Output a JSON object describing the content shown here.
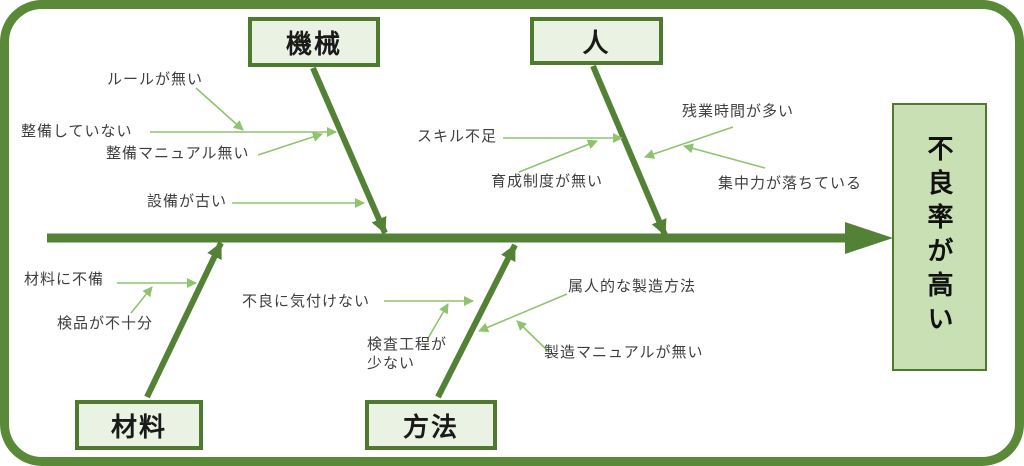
{
  "diagram": {
    "type": "fishbone-ishikawa",
    "effect_label": "不良率が高い",
    "categories": {
      "machine": {
        "label": "機械"
      },
      "people": {
        "label": "人"
      },
      "materials": {
        "label": "材料"
      },
      "method": {
        "label": "方法"
      }
    },
    "causes": {
      "machine": {
        "no_rules": {
          "label": "ルールが無い"
        },
        "not_maintained": {
          "label": "整備していない"
        },
        "no_maintenance_manual": {
          "label": "整備マニュアル無い"
        },
        "old_equipment": {
          "label": "設備が古い"
        }
      },
      "people": {
        "skill_shortage": {
          "label": "スキル不足"
        },
        "no_training_system": {
          "label": "育成制度が無い"
        },
        "much_overtime": {
          "label": "残業時間が多い"
        },
        "low_concentration": {
          "label": "集中力が落ちている"
        }
      },
      "materials": {
        "material_defects": {
          "label": "材料に不備"
        },
        "insufficient_inspection": {
          "label": "検品が不十分"
        }
      },
      "method": {
        "cannot_notice_defects": {
          "label": "不良に気付けない"
        },
        "few_inspection_steps": {
          "label": "検査工程が\n少ない"
        },
        "person_dependent_method": {
          "label": "属人的な製造方法"
        },
        "no_manufacturing_manual": {
          "label": "製造マニュアルが無い"
        }
      }
    },
    "colors": {
      "bone_green": "#538135",
      "arrow_light_green": "#8fc36e",
      "category_fill": "#eaf3e3",
      "category_border": "#4e7a2e",
      "effect_fill": "#c9e0b4",
      "frame_green": "#5a8a38",
      "cause_text": "#3f3f3f"
    }
  }
}
